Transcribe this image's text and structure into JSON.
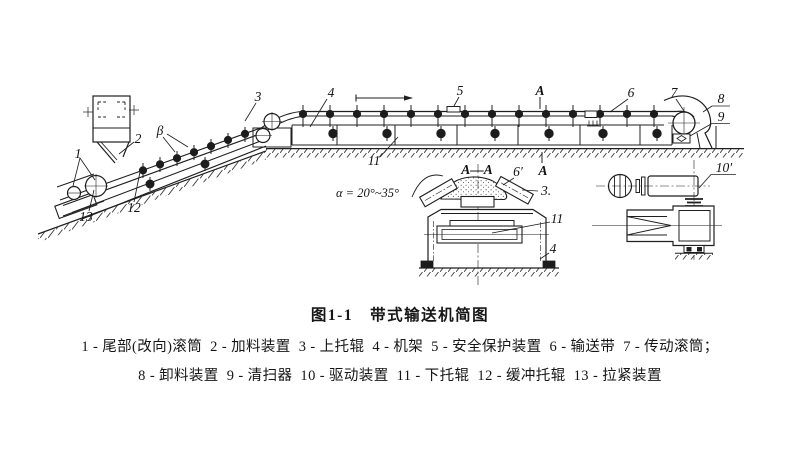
{
  "page": {
    "background": "#ffffff",
    "ink": "#1f1f1f"
  },
  "figure": {
    "caption": "图1-1　带式输送机简图",
    "legend_line1": "1 - 尾部(改向)滚筒  2 - 加料装置  3 - 上托辊  4 - 机架  5 - 安全保护装置  6 - 输送带  7 - 传动滚筒；",
    "legend_line2": "8 - 卸料装置  9 - 清扫器  10 - 驱动装置  11 - 下托辊  12 - 缓冲托辊  13 - 拉紧装置"
  },
  "diagram": {
    "part_labels": {
      "tail_pulley": "1",
      "feed_device": "2",
      "upper_idler": "3",
      "frame": "4",
      "safety_device": "5",
      "belt": "6",
      "drive_pulley": "7",
      "discharge_device": "8",
      "cleaner": "9",
      "drive_unit": "10′",
      "lower_idler": "11",
      "buffer_idler": "12",
      "tensioner": "13"
    },
    "section_labels": {
      "cut_marker_top": "A",
      "cut_marker_bottom": "A",
      "section_title": "A—A",
      "belt_detail": "6′",
      "upper_idler_detail": "3.",
      "lower_idler_detail": "11",
      "frame_detail": "4",
      "incline_angle": "β",
      "trough_angle": "α = 20°~35°"
    }
  }
}
